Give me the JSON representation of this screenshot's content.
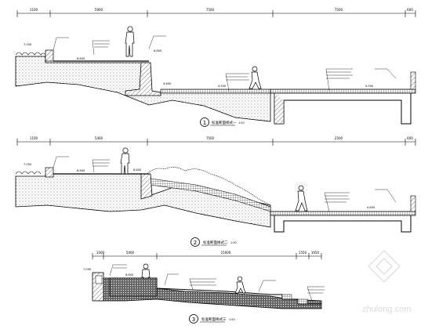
{
  "sections": [
    {
      "dims": [
        "1100",
        "5900",
        "7500",
        "7500",
        "600"
      ],
      "elevations": [
        "7.050",
        "6.800",
        "6.800",
        "4.650",
        "4.550",
        "4.500"
      ],
      "title_number": "1",
      "title": "标准断面样式一",
      "scale": "1:50"
    },
    {
      "dims": [
        "1100",
        "5400",
        "7500",
        "2500",
        "600"
      ],
      "elevations": [
        "7.050",
        "6.800",
        "6.800",
        "4.650"
      ],
      "title_number": "2",
      "title": "标准断面样式二",
      "scale": "1:50"
    },
    {
      "dims": [
        "1000",
        "5000",
        "15000",
        "1550",
        "1650"
      ],
      "elevations": [
        "7.050",
        "6.800"
      ],
      "title_number": "3",
      "title": "标准断面样式三",
      "scale": "1:50"
    }
  ],
  "watermark": "zhulong.com"
}
